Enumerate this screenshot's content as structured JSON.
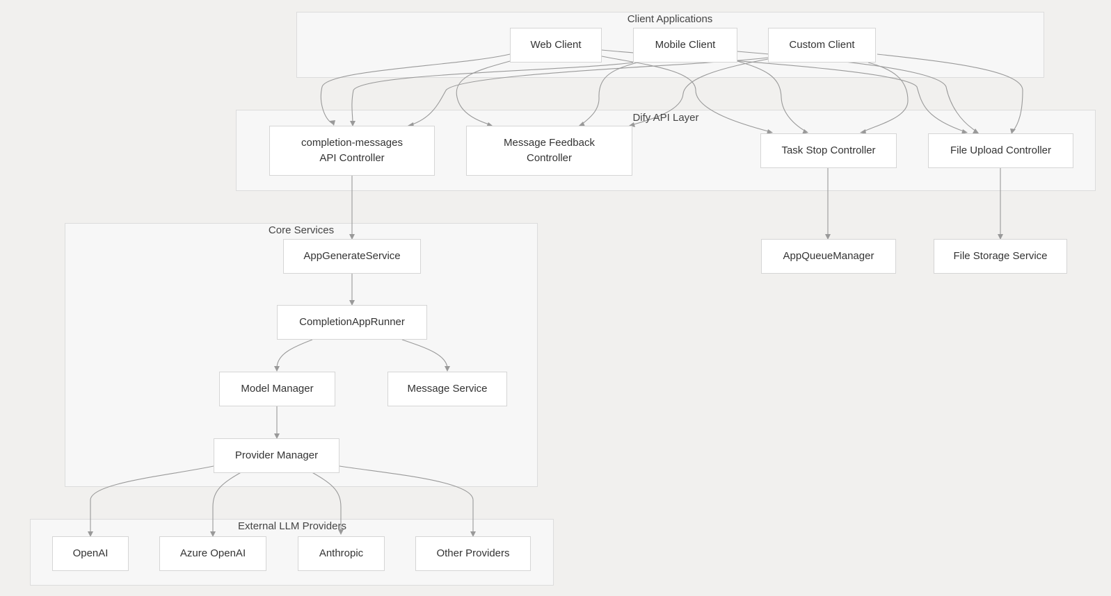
{
  "groups": {
    "client_apps": "Client Applications",
    "api_layer": "Dify API Layer",
    "core_services": "Core Services",
    "external_llm": "External LLM Providers"
  },
  "nodes": {
    "web_client": "Web Client",
    "mobile_client": "Mobile Client",
    "custom_client": "Custom Client",
    "completion_controller_line1": "completion-messages",
    "completion_controller_line2": "API Controller",
    "feedback_controller_line1": "Message Feedback",
    "feedback_controller_line2": "Controller",
    "task_stop_controller": "Task Stop Controller",
    "file_upload_controller": "File Upload Controller",
    "app_queue_manager": "AppQueueManager",
    "file_storage_service": "File Storage Service",
    "app_generate_service": "AppGenerateService",
    "completion_app_runner": "CompletionAppRunner",
    "model_manager": "Model Manager",
    "message_service": "Message Service",
    "provider_manager": "Provider Manager",
    "openai": "OpenAI",
    "azure_openai": "Azure OpenAI",
    "anthropic": "Anthropic",
    "other_providers": "Other Providers"
  },
  "colors": {
    "background": "#f1f0ee",
    "group_fill": "#f7f7f7",
    "node_fill": "#ffffff",
    "edge": "#999999"
  }
}
